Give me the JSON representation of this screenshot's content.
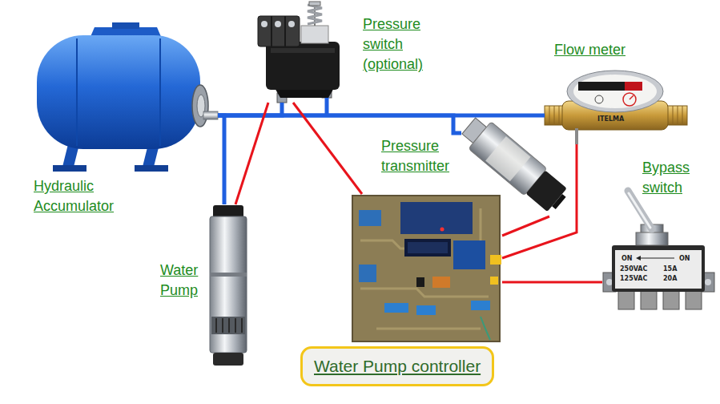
{
  "diagram": {
    "nodes": [
      {
        "text": [
          "Hydraulic Accumulator"
        ]
      },
      {
        "text": [
          "Pressure switch (optional)"
        ]
      },
      {
        "text": [
          "Flow meter",
          "ITELMA"
        ]
      },
      {
        "text": [
          "Pressure transmitter"
        ]
      },
      {
        "text": [
          "Bypass switch",
          "ON",
          "ON",
          "250VAC",
          "15A",
          "125VAC",
          "20A"
        ]
      },
      {
        "text": [
          "Water Pump"
        ]
      },
      {
        "text": [
          "Water Pump controller"
        ]
      }
    ],
    "edges": [
      {
        "from": 0,
        "to": 5,
        "arrow": "none"
      },
      {
        "from": 0,
        "to": 1,
        "arrow": "none"
      },
      {
        "from": 0,
        "to": 3,
        "arrow": "none"
      },
      {
        "from": 0,
        "to": 2,
        "arrow": "none"
      },
      {
        "from": 1,
        "to": 5,
        "arrow": "none"
      },
      {
        "from": 1,
        "to": 6,
        "arrow": "none"
      },
      {
        "from": 3,
        "to": 6,
        "arrow": "none"
      },
      {
        "from": 2,
        "to": 6,
        "arrow": "none"
      },
      {
        "from": 4,
        "to": 6,
        "arrow": "none"
      }
    ]
  }
}
